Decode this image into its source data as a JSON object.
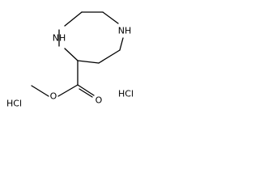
{
  "molecule": {
    "atoms": {
      "ring_nh_top": "NH",
      "ring_nh_left": "NH",
      "carbonyl_o": "O",
      "ester_o": "O"
    },
    "salts": {
      "left": "HCl",
      "right": "HCl"
    }
  }
}
